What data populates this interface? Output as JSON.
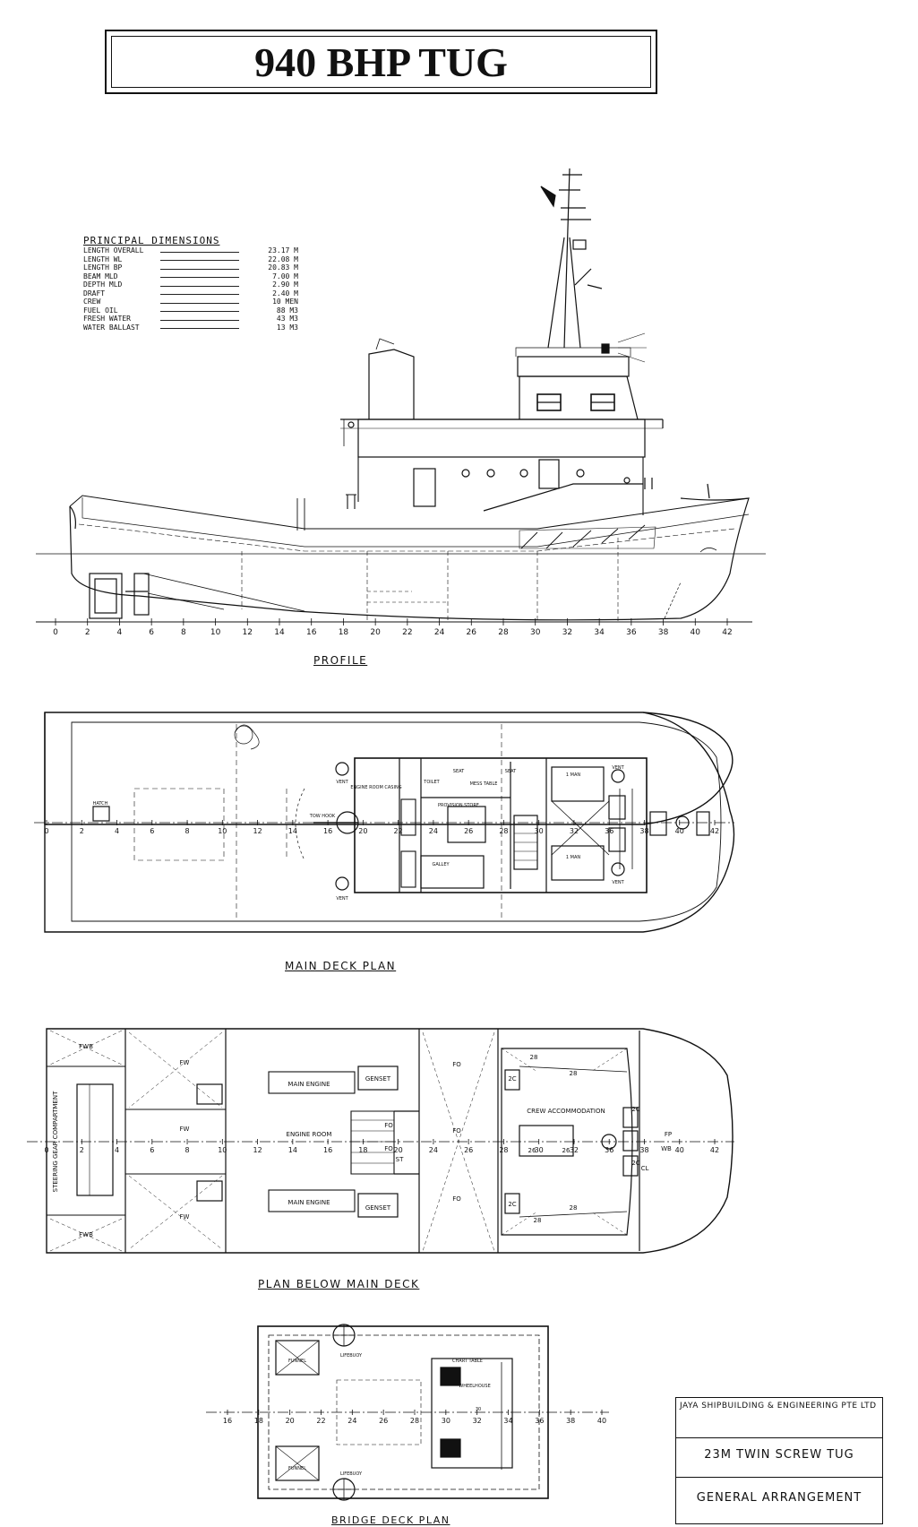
{
  "title": "940 BHP TUG",
  "dimensions": {
    "heading": "PRINCIPAL DIMENSIONS",
    "rows": [
      {
        "label": "LENGTH OVERALL",
        "value": "23.17 M"
      },
      {
        "label": "LENGTH WL",
        "value": "22.08 M"
      },
      {
        "label": "LENGTH BP",
        "value": "20.83 M"
      },
      {
        "label": "BEAM MLD",
        "value": "7.00 M"
      },
      {
        "label": "DEPTH MLD",
        "value": "2.90 M"
      },
      {
        "label": "DRAFT",
        "value": "2.40 M"
      },
      {
        "label": "CREW",
        "value": "10 MEN"
      },
      {
        "label": "FUEL OIL",
        "value": "88 M3"
      },
      {
        "label": "FRESH WATER",
        "value": "43 M3"
      },
      {
        "label": "WATER BALLAST",
        "value": "13 M3"
      }
    ]
  },
  "captions": {
    "profile": "PROFILE",
    "main_deck": "MAIN DECK PLAN",
    "below_deck": "PLAN BELOW MAIN DECK",
    "bridge_deck": "BRIDGE DECK PLAN"
  },
  "frames": {
    "profile": [
      "0",
      "2",
      "4",
      "6",
      "8",
      "10",
      "12",
      "14",
      "16",
      "18",
      "20",
      "22",
      "24",
      "26",
      "28",
      "30",
      "32",
      "34",
      "36",
      "38",
      "40",
      "42"
    ],
    "main_deck": [
      "0",
      "2",
      "4",
      "6",
      "8",
      "10",
      "12",
      "14",
      "16",
      "20",
      "22",
      "24",
      "26",
      "28",
      "30",
      "32",
      "36",
      "38",
      "40",
      "42"
    ],
    "below_deck": [
      "0",
      "2",
      "4",
      "6",
      "8",
      "10",
      "12",
      "14",
      "16",
      "18",
      "20",
      "24",
      "26",
      "28",
      "30",
      "32",
      "36",
      "38",
      "40",
      "42"
    ],
    "bridge_deck": [
      "16",
      "18",
      "20",
      "22",
      "24",
      "26",
      "28",
      "30",
      "32",
      "34",
      "36",
      "38",
      "40"
    ]
  },
  "labels": {
    "main_deck": [
      "VENT",
      "VENT",
      "VENT",
      "VENT",
      "HATCH",
      "ENGINE ROOM CASING",
      "TOW HOOK",
      "GALLEY",
      "PROVISION STORE",
      "MESS TABLE",
      "TOILET",
      "1 MAN",
      "1 MAN",
      "SEAT",
      "SEAT"
    ],
    "below_deck": [
      "FWB",
      "FWB",
      "FW",
      "FW",
      "FW",
      "FO",
      "FO",
      "FO",
      "FO",
      "FO",
      "FP",
      "WB",
      "CL",
      "ST",
      "STEERING GEAR COMPARTMENT",
      "MAIN ENGINE",
      "MAIN ENGINE",
      "ENGINE ROOM",
      "GENSET",
      "GENSET",
      "CREW ACCOMMODATION",
      "28",
      "28",
      "28",
      "28",
      "2C",
      "2C",
      "2C",
      "2C",
      "26",
      "26"
    ],
    "bridge_deck": [
      "FUNNEL",
      "FUNNEL",
      "LIFEBUOY",
      "LIFEBUOY",
      "CHART TABLE",
      "WHEELHOUSE",
      "30"
    ]
  },
  "title_block": {
    "company": "JAYA SHIPBUILDING & ENGINEERING PTE LTD",
    "vessel": "23M TWIN SCREW TUG",
    "drawing": "GENERAL ARRANGEMENT"
  }
}
